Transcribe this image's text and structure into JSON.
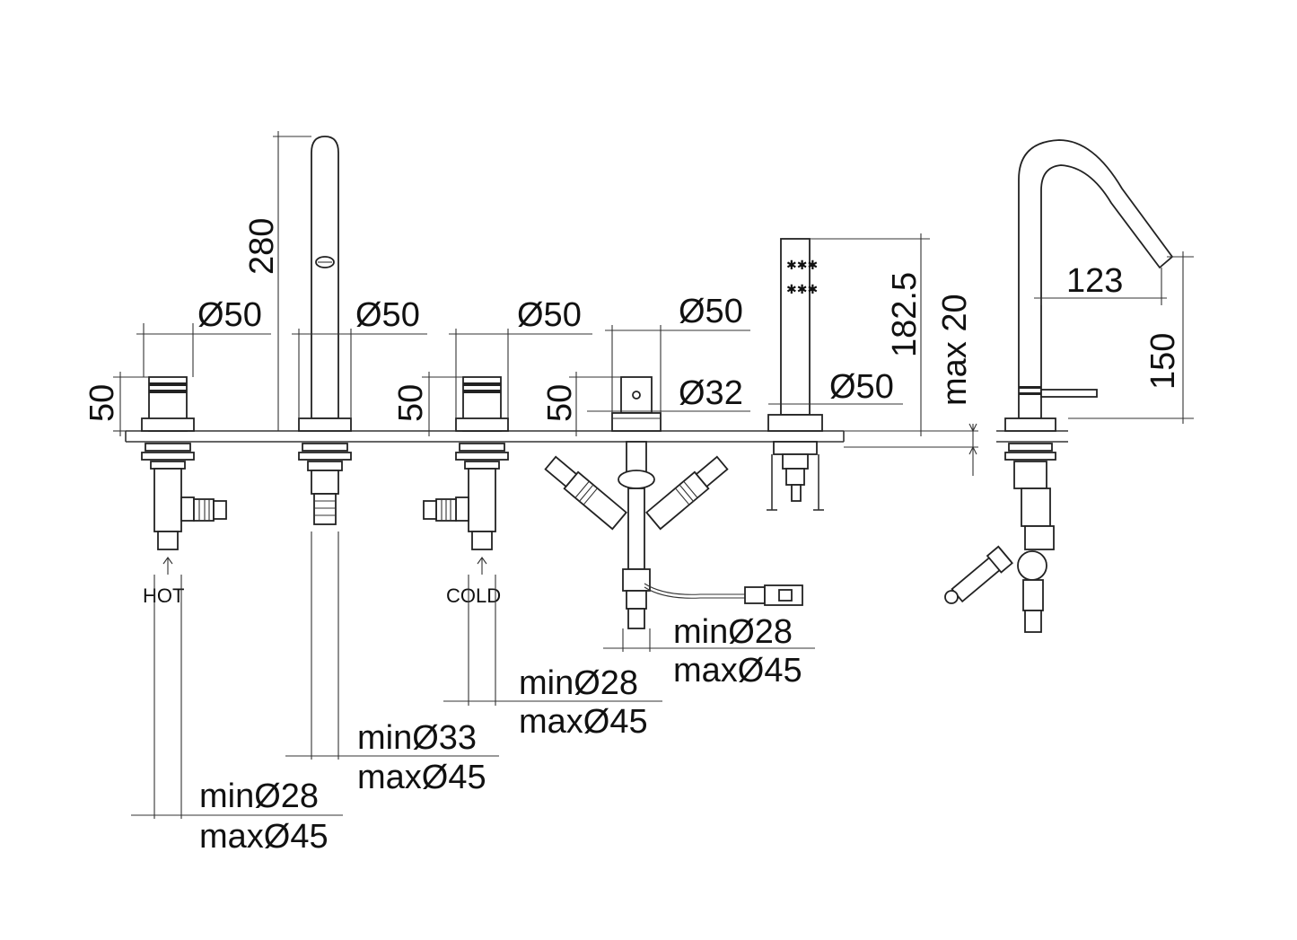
{
  "labels": {
    "hot": "HOT",
    "cold": "COLD"
  },
  "dimensions": {
    "hot_handle_dia": "Ø50",
    "hot_handle_height": "50",
    "hot_pipe_min": "minØ28",
    "hot_pipe_max": "maxØ45",
    "spout_height": "280",
    "spout_dia": "Ø50",
    "spout_pipe_min": "minØ33",
    "spout_pipe_max": "maxØ45",
    "cold_handle_dia": "Ø50",
    "cold_handle_height": "50",
    "cold_pipe_min": "minØ28",
    "cold_pipe_max": "maxØ45",
    "diverter_dia": "Ø50",
    "diverter_knob_dia": "Ø32",
    "diverter_height": "50",
    "diverter_pipe_min": "minØ28",
    "diverter_pipe_max": "maxØ45",
    "shower_height": "182.5",
    "shower_base_dia": "Ø50",
    "deck_thickness": "max 20",
    "side_reach": "123",
    "side_height": "150"
  },
  "colors": {
    "line": "#333333",
    "text": "#111111",
    "background": "#ffffff"
  }
}
